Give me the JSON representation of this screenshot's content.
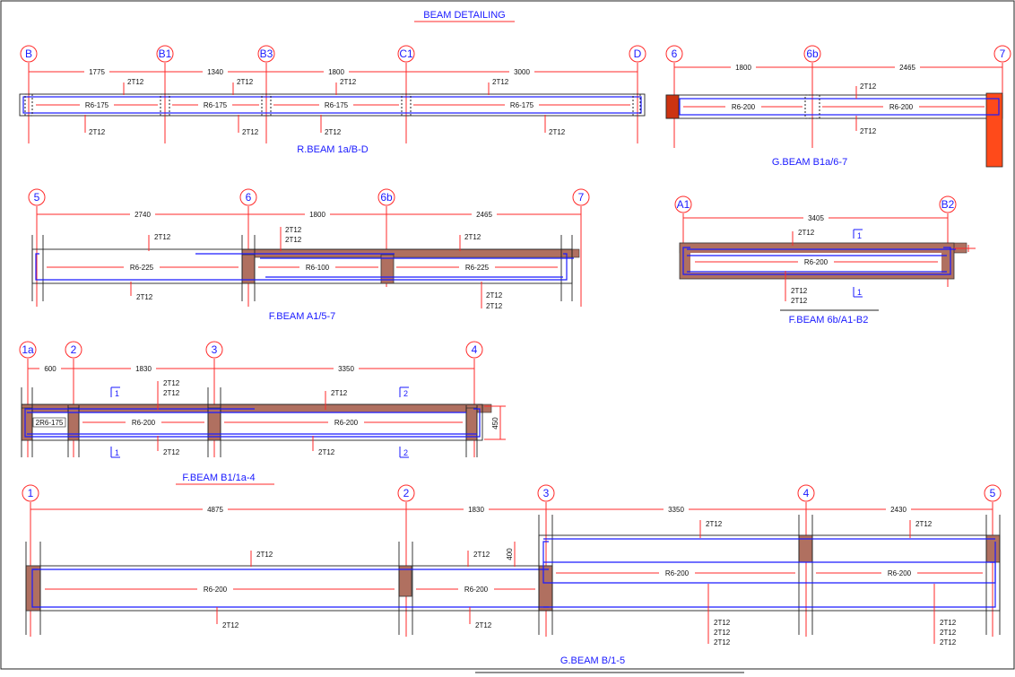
{
  "sheet_title": "BEAM DETAILING",
  "beams": [
    {
      "id": "rbeam-1a",
      "title": "R.BEAM  1a/B-D",
      "gridlines": [
        "B",
        "B1",
        "B3",
        "C1",
        "D"
      ],
      "spans": [
        "1775",
        "1340",
        "1800",
        "3000"
      ],
      "top_bars": [
        "2T12",
        "2T12",
        "2T12",
        "2T12"
      ],
      "bottom_bars": [
        "2T12",
        "2T12",
        "2T12",
        "2T12"
      ],
      "stirrups": [
        "R6-175",
        "R6-175",
        "R6-175",
        "R6-175"
      ]
    },
    {
      "id": "gbeam-b1a",
      "title": "G.BEAM  B1a/6-7",
      "gridlines": [
        "6",
        "6b",
        "7"
      ],
      "spans": [
        "1800",
        "2465"
      ],
      "top_bars": [
        "2T12"
      ],
      "bottom_bars": [
        "2T12"
      ],
      "stirrups": [
        "R6-200",
        "R6-200"
      ]
    },
    {
      "id": "fbeam-a1",
      "title": "F.BEAM  A1/5-7",
      "gridlines": [
        "5",
        "6",
        "6b",
        "7"
      ],
      "spans": [
        "2740",
        "1800",
        "2465"
      ],
      "top_bars": [
        "2T12",
        "2T12",
        "2T12",
        "2T12"
      ],
      "bottom_bars": [
        "2T12",
        "2T12",
        "2T12"
      ],
      "stirrups": [
        "R6-225",
        "R6-100",
        "R6-225"
      ]
    },
    {
      "id": "fbeam-6b",
      "title": "F.BEAM  6b/A1-B2",
      "gridlines": [
        "A1",
        "B2"
      ],
      "spans": [
        "3405"
      ],
      "top_bars": [
        "2T12"
      ],
      "bottom_bars": [
        "2T12",
        "2T12"
      ],
      "stirrups": [
        "R6-200"
      ],
      "sections": [
        "1",
        "1"
      ]
    },
    {
      "id": "fbeam-b1",
      "title": "F.BEAM  B1/1a-4",
      "gridlines": [
        "1a",
        "2",
        "3",
        "4"
      ],
      "spans": [
        "600",
        "1830",
        "3350"
      ],
      "top_bars": [
        "2T12",
        "2T12",
        "2T12"
      ],
      "bottom_bars": [
        "2T12",
        "2T12"
      ],
      "stirrups": [
        "2R6-175",
        "R6-200",
        "R6-200"
      ],
      "depth": "450",
      "sections": [
        "1",
        "2",
        "1",
        "2"
      ]
    },
    {
      "id": "gbeam-b",
      "title": "G.BEAM  B/1-5",
      "gridlines": [
        "1",
        "2",
        "3",
        "4",
        "5"
      ],
      "spans": [
        "4875",
        "1830",
        "3350",
        "2430"
      ],
      "top_bars": [
        "2T12",
        "2T12",
        "2T12",
        "2T12"
      ],
      "bottom_bars": [
        "2T12",
        "2T12",
        "2T12",
        "2T12",
        "2T12",
        "2T12",
        "2T12",
        "2T12"
      ],
      "stirrups": [
        "R6-200",
        "R6-200",
        "R6-200",
        "R6-200"
      ],
      "depth": "400"
    }
  ],
  "colors": {
    "gridline": "#ff2a2a",
    "rebar": "#1a1aff",
    "concrete": "#b07060",
    "outline": "#222222"
  }
}
